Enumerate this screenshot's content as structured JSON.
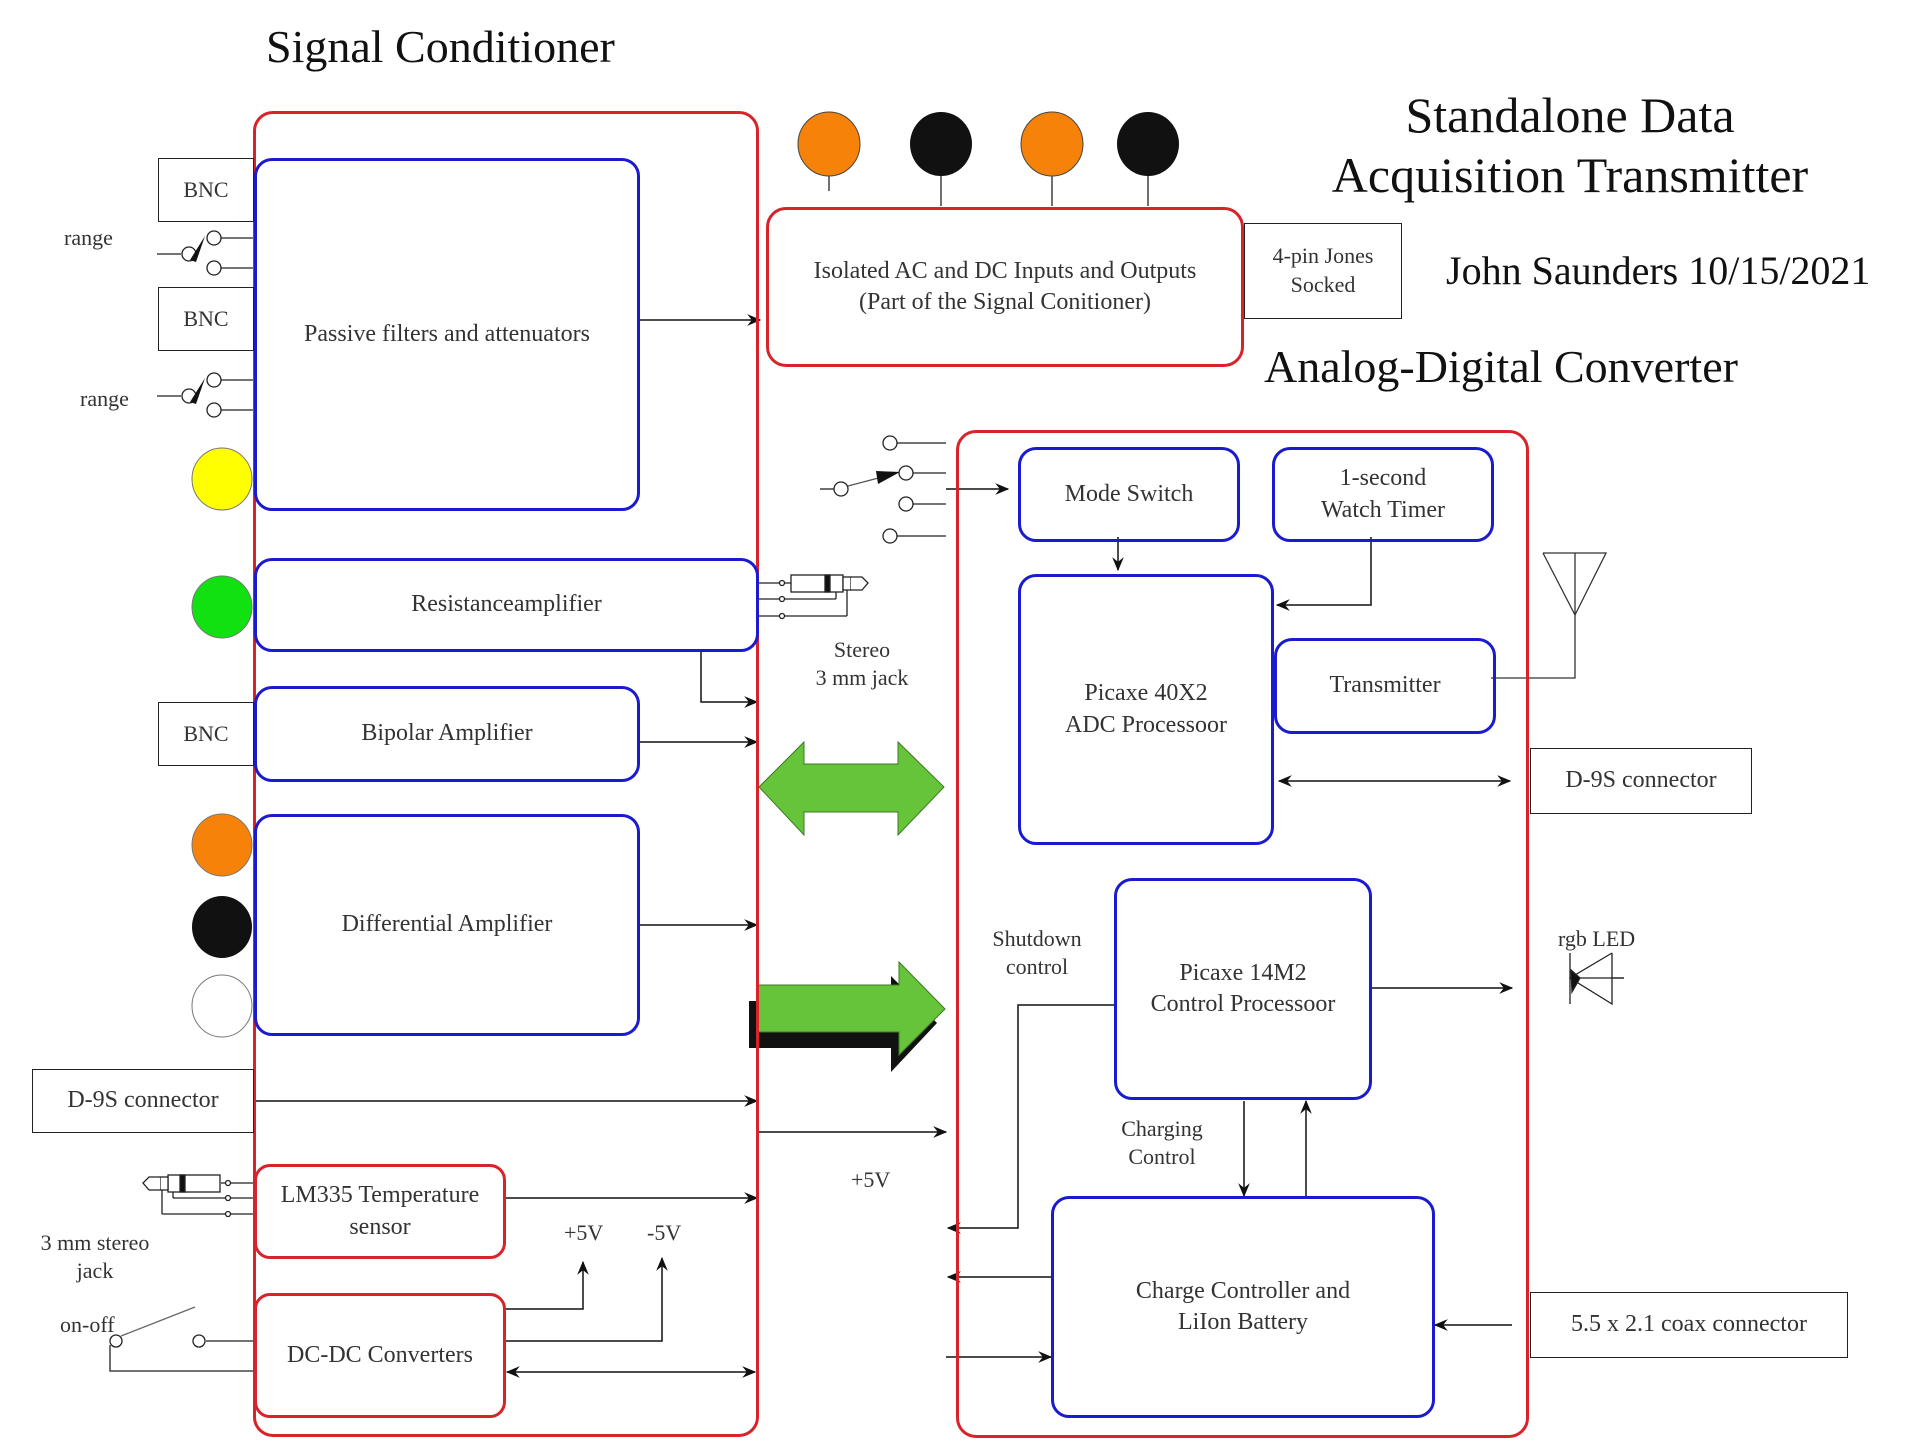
{
  "diagram": {
    "title_line1": "Standalone Data",
    "title_line2": "Acquisition Transmitter",
    "author_date": "John Saunders 10/15/2021",
    "colors": {
      "section_border": "#d8232a",
      "block_border": "#1a1ad0",
      "arrow_fill": "#66c43a",
      "orange": "#f7820a",
      "black": "#111111",
      "yellow": "#ffff00",
      "green": "#11e011"
    }
  },
  "signal_conditioner": {
    "heading": "Signal Conditioner",
    "blocks": {
      "passive": "Passive filters and attenuators",
      "resistance": "Resistanceamplifier",
      "bipolar": "Bipolar Amplifier",
      "differential": "Differential Amplifier",
      "lm335_line1": "LM335 Temperature",
      "lm335_line2": "sensor",
      "dcdc": "DC-DC Converters"
    },
    "isolated_line1": "Isolated AC and DC Inputs and Outputs",
    "isolated_line2": "(Part of the Signal Conitioner)",
    "jones_line1": "4-pin Jones",
    "jones_line2": "Socked",
    "connectors": {
      "bnc1": "BNC",
      "bnc2": "BNC",
      "bnc3": "BNC",
      "d9s_left": "D-9S connector",
      "range1": "range",
      "range2": "range",
      "stereo_jack_line1": "3 mm stereo",
      "stereo_jack_line2": "jack",
      "on_off": "on-off",
      "plus5v": "+5V",
      "minus5v": "-5V"
    },
    "input_jacks_left": [
      "yellow",
      "green",
      "orange",
      "black",
      "white"
    ],
    "top_jacks": [
      "orange",
      "black",
      "orange",
      "black"
    ]
  },
  "middle": {
    "stereo_line1": "Stereo",
    "stereo_line2": "3 mm jack",
    "plus5v": "+5V"
  },
  "adc": {
    "heading": "Analog-Digital Converter",
    "blocks": {
      "mode_switch": "Mode Switch",
      "watch_line1": "1-second",
      "watch_line2": "Watch Timer",
      "adc_line1": "Picaxe 40X2",
      "adc_line2": "ADC Processoor",
      "transmitter": "Transmitter",
      "ctrl_line1": "Picaxe 14M2",
      "ctrl_line2": "Control Processoor",
      "charge_line1": "Charge Controller and",
      "charge_line2": "LiIon Battery"
    },
    "labels": {
      "shutdown_line1": "Shutdown",
      "shutdown_line2": "control",
      "charging_line1": "Charging",
      "charging_line2": "Control",
      "rgb_led": "rgb LED"
    },
    "connectors": {
      "d9s_right": "D-9S connector",
      "coax": "5.5 x 2.1 coax connector"
    }
  }
}
